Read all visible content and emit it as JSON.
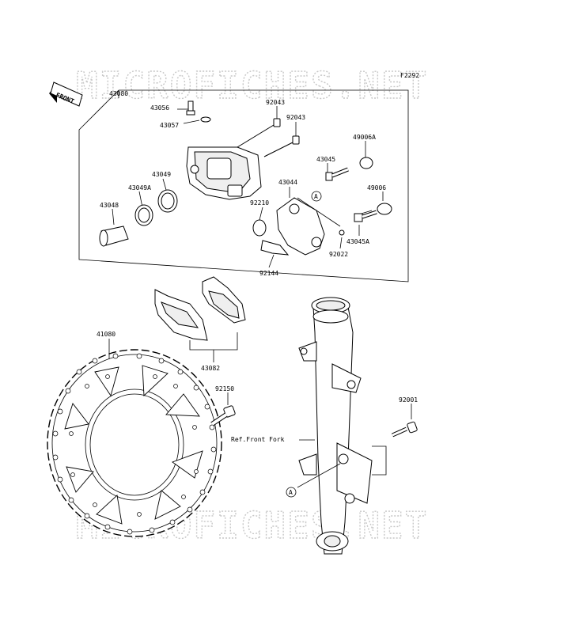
{
  "figure_code": "F2292",
  "front_label": "FRONT",
  "watermark": "MICROFICHES.NET",
  "reference_text": "Ref.Front Fork",
  "reference_mark": "A",
  "parts": {
    "p43080": "43080",
    "p43056": "43056",
    "p43057": "43057",
    "p92043a": "92043",
    "p92043b": "92043",
    "p49006A": "49006A",
    "p43045": "43045",
    "p43049": "43049",
    "p43049A": "43049A",
    "p43044": "43044",
    "p49006": "49006",
    "p43048": "43048",
    "p92210": "92210",
    "p43045A": "43045A",
    "p92022": "92022",
    "p92144": "92144",
    "p41080": "41080",
    "p43082": "43082",
    "p92150": "92150",
    "p92001": "92001"
  },
  "colors": {
    "line": "#000000",
    "watermark": "#c8c8c8",
    "background": "#ffffff"
  }
}
